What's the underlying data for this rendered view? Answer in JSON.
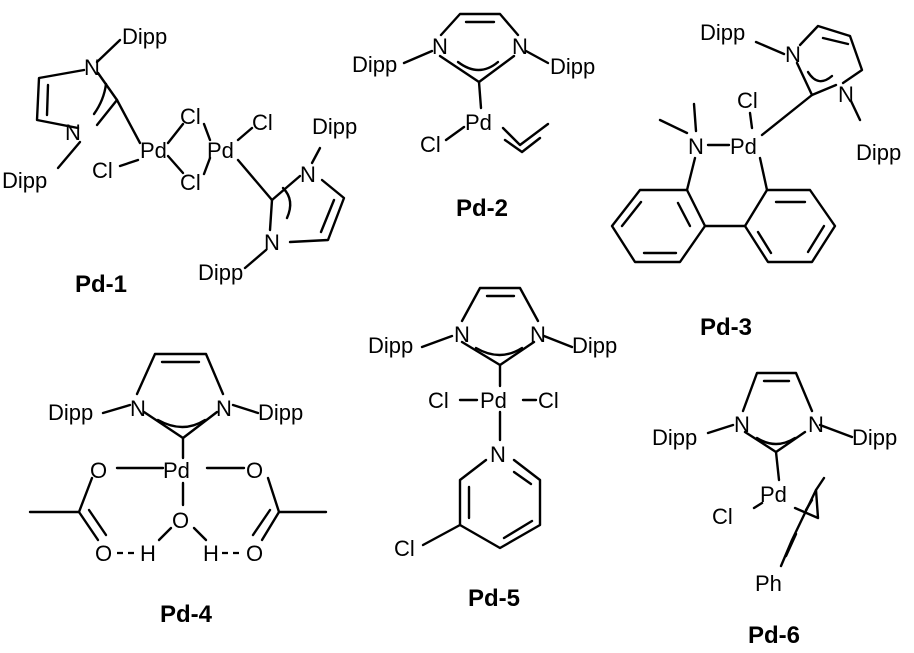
{
  "atoms": {
    "n": "N",
    "pd": "Pd",
    "cl": "Cl",
    "o": "O",
    "h": "H",
    "dipp": "Dipp",
    "ph": "Ph"
  },
  "compounds": [
    {
      "id": "pd1",
      "label": "Pd-1"
    },
    {
      "id": "pd2",
      "label": "Pd-2"
    },
    {
      "id": "pd3",
      "label": "Pd-3"
    },
    {
      "id": "pd4",
      "label": "Pd-4"
    },
    {
      "id": "pd5",
      "label": "Pd-5"
    },
    {
      "id": "pd6",
      "label": "Pd-6"
    }
  ]
}
